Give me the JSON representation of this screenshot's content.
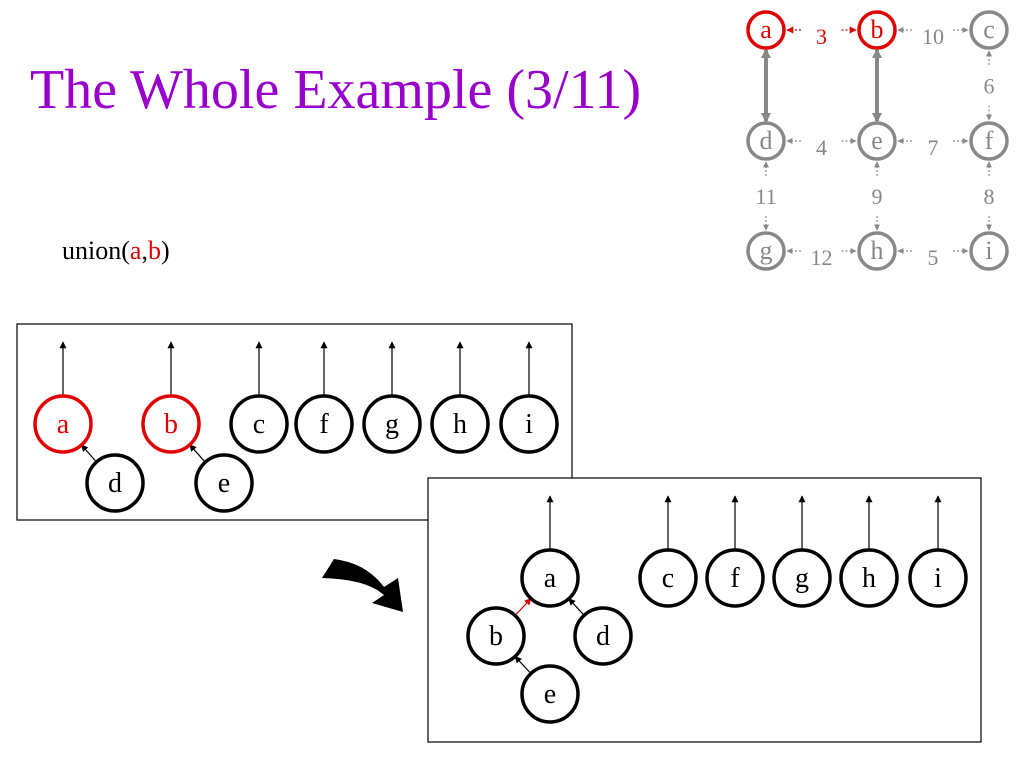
{
  "title": "The Whole Example (3/11)",
  "operation": {
    "name": "union",
    "open": "(",
    "arg1": "a",
    "sep": ",",
    "arg2": "b",
    "close": ")"
  },
  "colors": {
    "title": "#9900cc",
    "highlight": "#e00000",
    "graph_gray": "#888888",
    "ink": "#000000"
  },
  "graph": {
    "nodes": [
      {
        "id": "a",
        "highlight": true
      },
      {
        "id": "b",
        "highlight": true
      },
      {
        "id": "c",
        "highlight": false
      },
      {
        "id": "d",
        "highlight": false
      },
      {
        "id": "e",
        "highlight": false
      },
      {
        "id": "f",
        "highlight": false
      },
      {
        "id": "g",
        "highlight": false
      },
      {
        "id": "h",
        "highlight": false
      },
      {
        "id": "i",
        "highlight": false
      }
    ],
    "edges": [
      {
        "from": "a",
        "to": "b",
        "weight": "3",
        "highlight": true
      },
      {
        "from": "b",
        "to": "c",
        "weight": "10",
        "highlight": false
      },
      {
        "from": "c",
        "to": "f",
        "weight": "6",
        "highlight": false
      },
      {
        "from": "d",
        "to": "e",
        "weight": "4",
        "highlight": false
      },
      {
        "from": "e",
        "to": "f",
        "weight": "7",
        "highlight": false
      },
      {
        "from": "d",
        "to": "g",
        "weight": "11",
        "highlight": false
      },
      {
        "from": "e",
        "to": "h",
        "weight": "9",
        "highlight": false
      },
      {
        "from": "f",
        "to": "i",
        "weight": "8",
        "highlight": false
      },
      {
        "from": "g",
        "to": "h",
        "weight": "12",
        "highlight": false
      },
      {
        "from": "h",
        "to": "i",
        "weight": "5",
        "highlight": false
      }
    ],
    "tree_edges": [
      {
        "from": "a",
        "to": "d"
      },
      {
        "from": "b",
        "to": "e"
      }
    ]
  },
  "before": {
    "nodes": [
      {
        "label": "a",
        "highlight": true
      },
      {
        "label": "b",
        "highlight": true
      },
      {
        "label": "c",
        "highlight": false
      },
      {
        "label": "f",
        "highlight": false
      },
      {
        "label": "g",
        "highlight": false
      },
      {
        "label": "h",
        "highlight": false
      },
      {
        "label": "i",
        "highlight": false
      },
      {
        "label": "d",
        "highlight": false
      },
      {
        "label": "e",
        "highlight": false
      }
    ]
  },
  "after": {
    "nodes": [
      {
        "label": "a",
        "highlight": false
      },
      {
        "label": "c",
        "highlight": false
      },
      {
        "label": "f",
        "highlight": false
      },
      {
        "label": "g",
        "highlight": false
      },
      {
        "label": "h",
        "highlight": false
      },
      {
        "label": "i",
        "highlight": false
      },
      {
        "label": "b",
        "highlight": false
      },
      {
        "label": "d",
        "highlight": false
      },
      {
        "label": "e",
        "highlight": false
      }
    ],
    "new_link": {
      "from": "b",
      "to": "a"
    }
  }
}
